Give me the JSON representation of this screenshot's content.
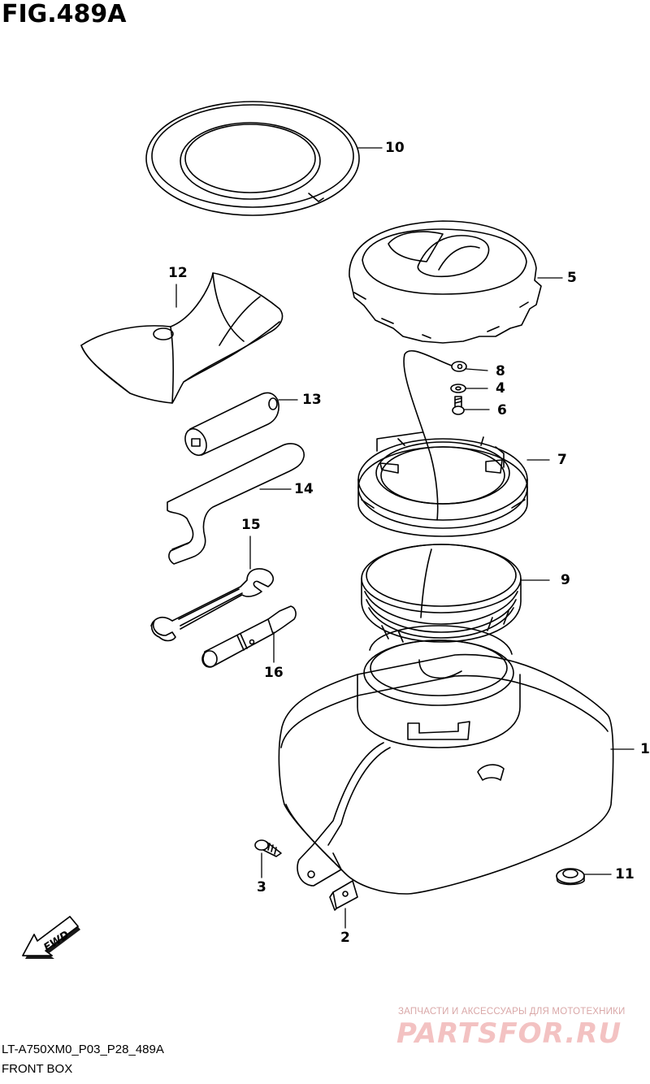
{
  "figure": {
    "title": "FIG.489A"
  },
  "callouts": [
    {
      "id": "10",
      "label": "10"
    },
    {
      "id": "5",
      "label": "5"
    },
    {
      "id": "12",
      "label": "12"
    },
    {
      "id": "8",
      "label": "8"
    },
    {
      "id": "4",
      "label": "4"
    },
    {
      "id": "6",
      "label": "6"
    },
    {
      "id": "13",
      "label": "13"
    },
    {
      "id": "7",
      "label": "7"
    },
    {
      "id": "14",
      "label": "14"
    },
    {
      "id": "15",
      "label": "15"
    },
    {
      "id": "9",
      "label": "9"
    },
    {
      "id": "16",
      "label": "16"
    },
    {
      "id": "1",
      "label": "1"
    },
    {
      "id": "3",
      "label": "3"
    },
    {
      "id": "11",
      "label": "11"
    },
    {
      "id": "2",
      "label": "2"
    }
  ],
  "arrow": {
    "label": "FWD"
  },
  "footer": {
    "code": "LT-A750XM0_P03_P28_489A",
    "name": "FRONT BOX"
  },
  "watermark": {
    "tagline": "ЗАПЧАСТИ И АКСЕССУАРЫ ДЛЯ МОТОТЕХНИКИ",
    "logo": "PARTSFOR.RU"
  }
}
